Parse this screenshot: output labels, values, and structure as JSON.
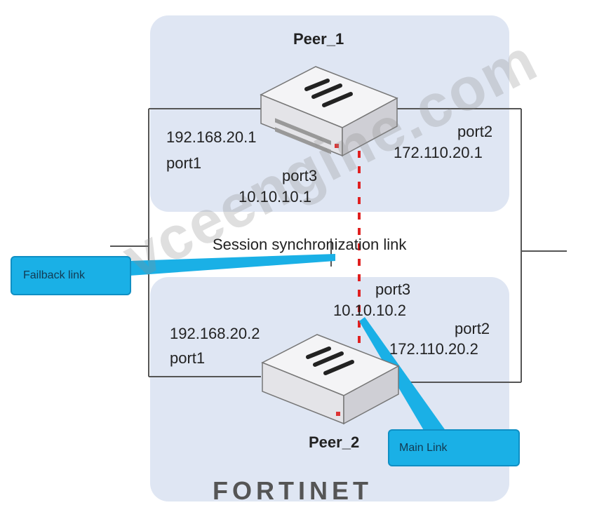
{
  "diagram": {
    "peer1": {
      "name": "Peer_1",
      "port1_ip": "192.168.20.1",
      "port1_label": "port1",
      "port2_label": "port2",
      "port2_ip": "172.110.20.1",
      "port3_label": "port3",
      "port3_ip": "10.10.10.1"
    },
    "peer2": {
      "name": "Peer_2",
      "port1_ip": "192.168.20.2",
      "port1_label": "port1",
      "port2_label": "port2",
      "port2_ip": "172.110.20.2",
      "port3_label": "port3",
      "port3_ip": "10.10.10.2"
    },
    "session_link_label": "Session synchronization link",
    "fallback_callout": "Failback link",
    "main_callout": "Main Link",
    "brand": "FORTINET",
    "watermark": "vceengine.com",
    "colors": {
      "zone": "#dfe6f3",
      "callout": "#1ab0e6",
      "sync_link": "#e02020",
      "line": "#555555"
    }
  }
}
